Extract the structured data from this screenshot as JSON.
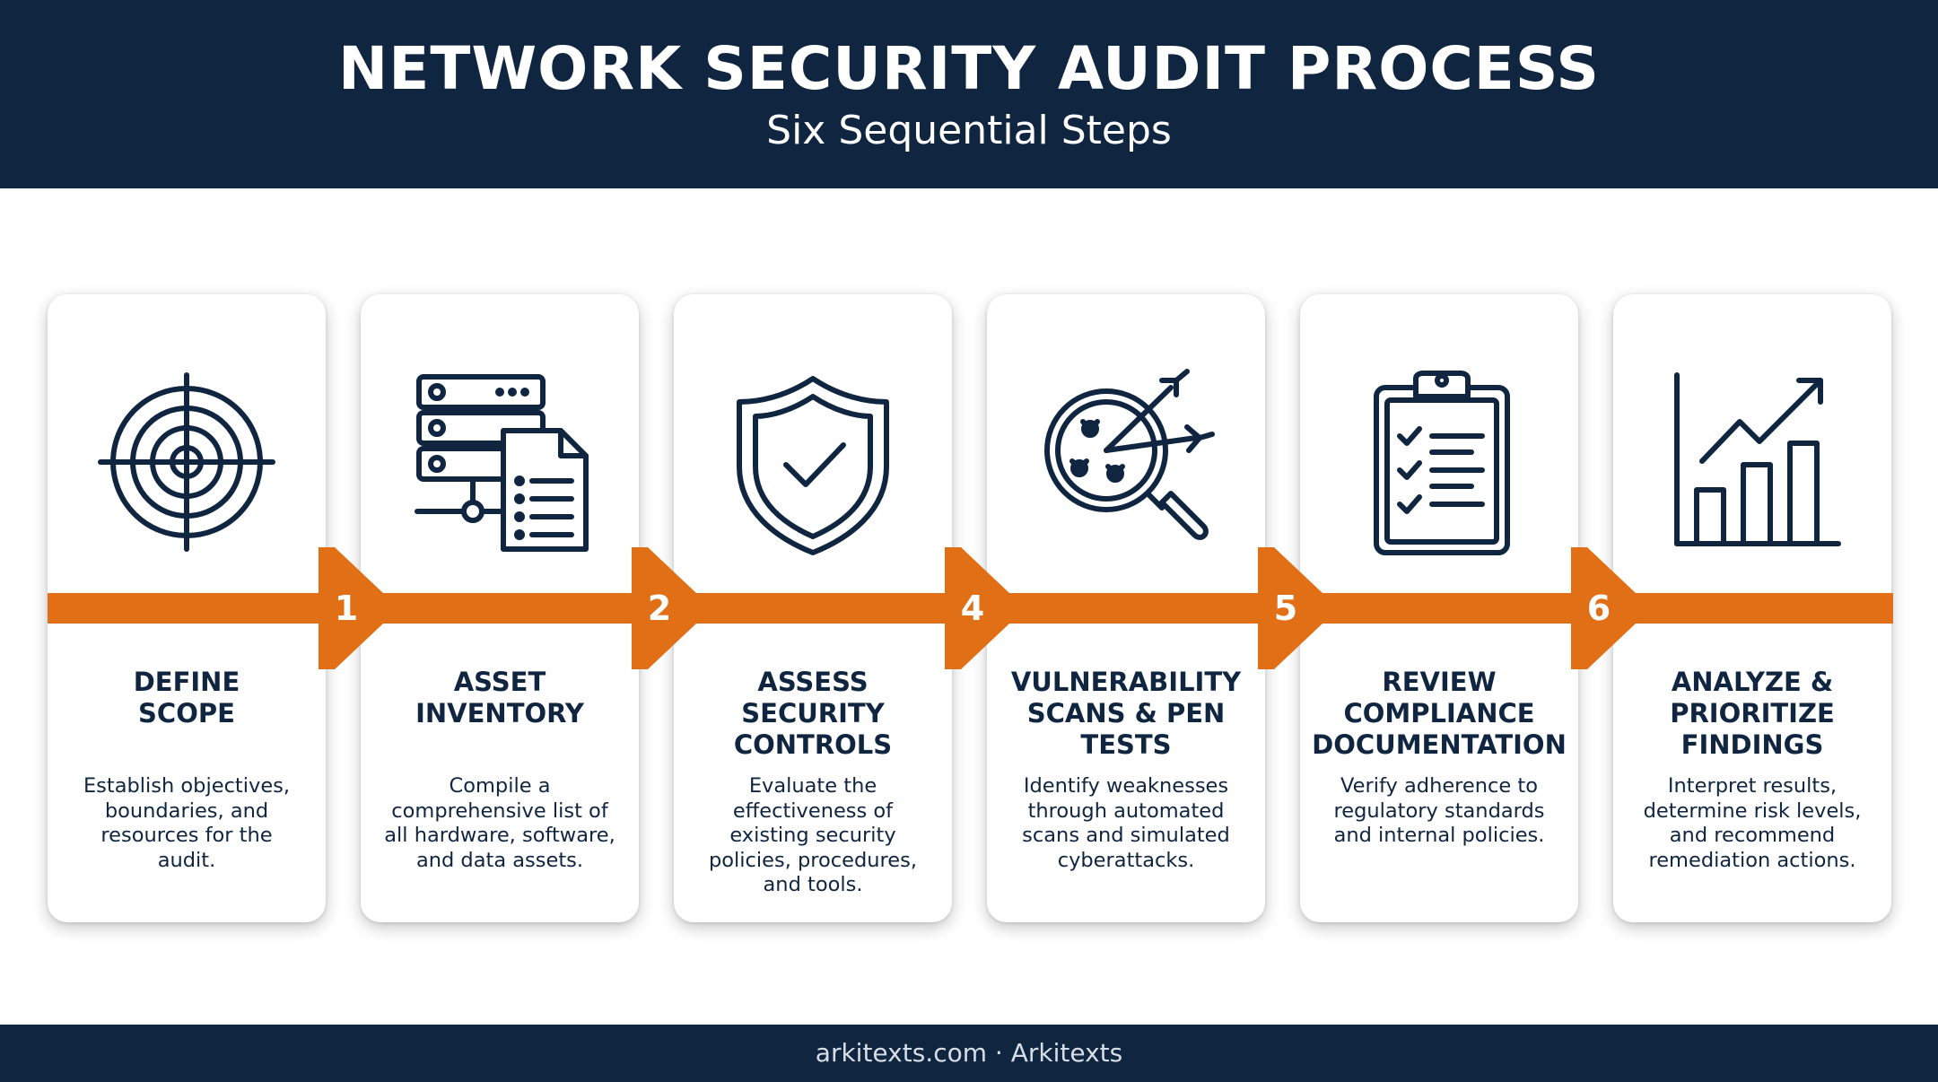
{
  "header": {
    "title": "NETWORK SECURITY AUDIT PROCESS",
    "subtitle": "Six Sequential Steps"
  },
  "colors": {
    "navy": "#0f2540",
    "orange": "#e06f16",
    "card_bg": "#ffffff"
  },
  "steps": [
    {
      "title": "DEFINE\nSCOPE",
      "description": "Establish objectives,\nboundaries, and\nresources for the\naudit.",
      "icon": "target-icon"
    },
    {
      "title": "ASSET\nINVENTORY",
      "description": "Compile a\ncomprehensive list of\nall hardware, software,\nand data assets.",
      "icon": "server-document-icon"
    },
    {
      "title": "ASSESS\nSECURITY\nCONTROLS",
      "description": "Evaluate the\neffectiveness of\nexisting security\npolicies, procedures,\nand tools.",
      "icon": "shield-check-icon"
    },
    {
      "title": "VULNERABILITY\nSCANS & PEN\nTESTS",
      "description": "Identify weaknesses\nthrough automated\nscans and simulated\ncyberattacks.",
      "icon": "magnifier-bugs-arrows-icon"
    },
    {
      "title": "REVIEW\nCOMPLIANCE\nDOCUMENTATION",
      "description": "Verify adherence to\nregulatory standards\nand internal policies.",
      "icon": "clipboard-checklist-icon"
    },
    {
      "title": "ANALYZE &\nPRIORITIZE\nFINDINGS",
      "description": "Interpret results,\ndetermine risk levels,\nand recommend\nremediation actions.",
      "icon": "bar-chart-trend-icon"
    }
  ],
  "connectors": [
    "1",
    "2",
    "4",
    "5",
    "6"
  ],
  "footer": {
    "text": "arkitexts.com · Arkitexts"
  }
}
